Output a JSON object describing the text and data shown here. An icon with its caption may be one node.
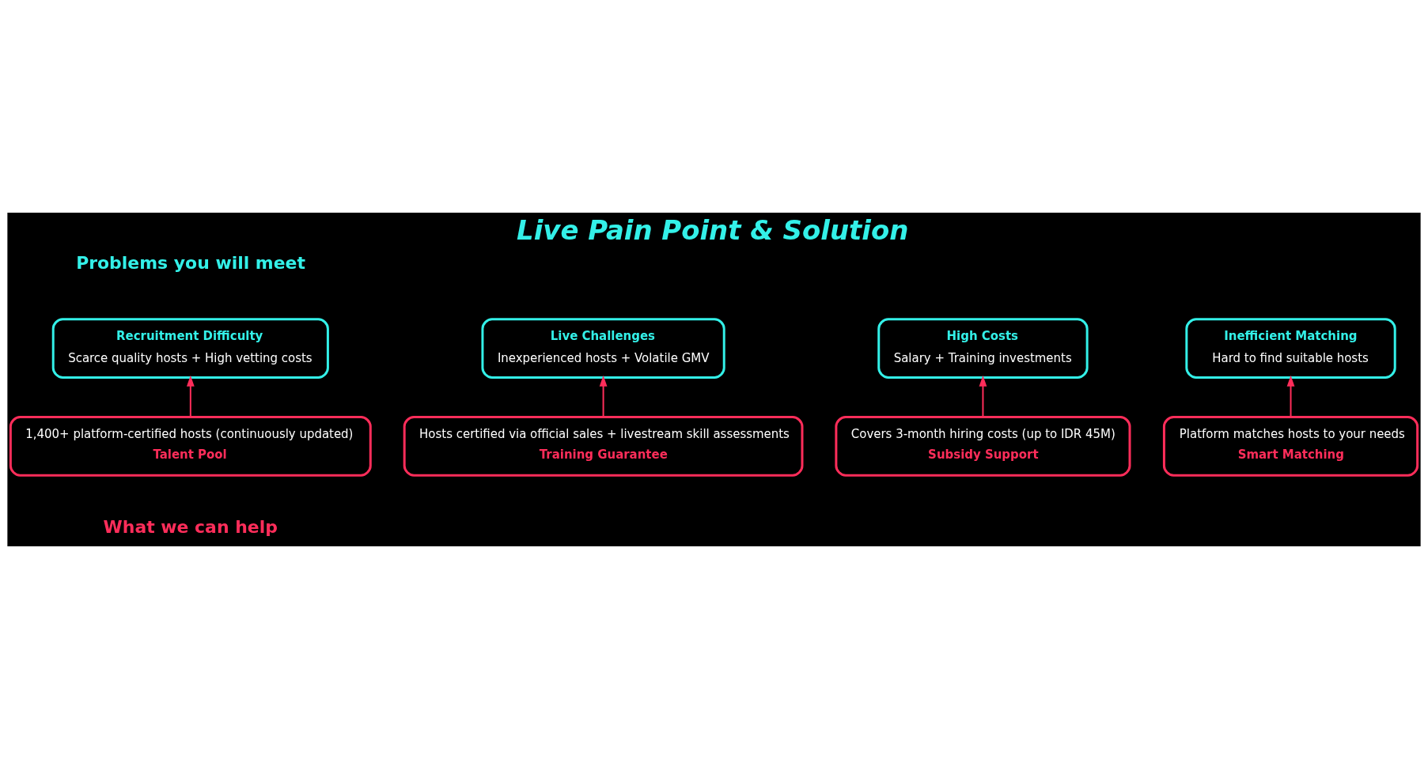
{
  "diagram": {
    "title": "Live Pain Point & Solution",
    "nodes": [
      {
        "text": [
          "Recruitment Difficulty",
          "Scarce quality hosts + High vetting costs"
        ]
      },
      {
        "text": [
          "Live Challenges",
          "Inexperienced hosts + Volatile GMV"
        ]
      },
      {
        "text": [
          "High Costs",
          "Salary + Training investments"
        ]
      },
      {
        "text": [
          "Inefficient Matching",
          "Hard to find suitable hosts"
        ]
      },
      {
        "text": [
          "1,400+ platform-certified hosts (continuously updated)",
          "Talent Pool"
        ]
      },
      {
        "text": [
          "Hosts certified via official sales + livestream skill assessments",
          "Training Guarantee"
        ]
      },
      {
        "text": [
          "Covers 3-month hiring costs (up to IDR 45M)",
          "Subsidy Support"
        ]
      },
      {
        "text": [
          "Platform matches hosts to your needs",
          "Smart Matching"
        ]
      }
    ],
    "edges": [
      {
        "from": 4,
        "to": 0,
        "arrow": "to"
      },
      {
        "from": 5,
        "to": 1,
        "arrow": "to"
      },
      {
        "from": 6,
        "to": 2,
        "arrow": "to"
      },
      {
        "from": 7,
        "to": 3,
        "arrow": "to"
      }
    ],
    "labels": [
      "Problems you will meet",
      "What we can help"
    ]
  }
}
